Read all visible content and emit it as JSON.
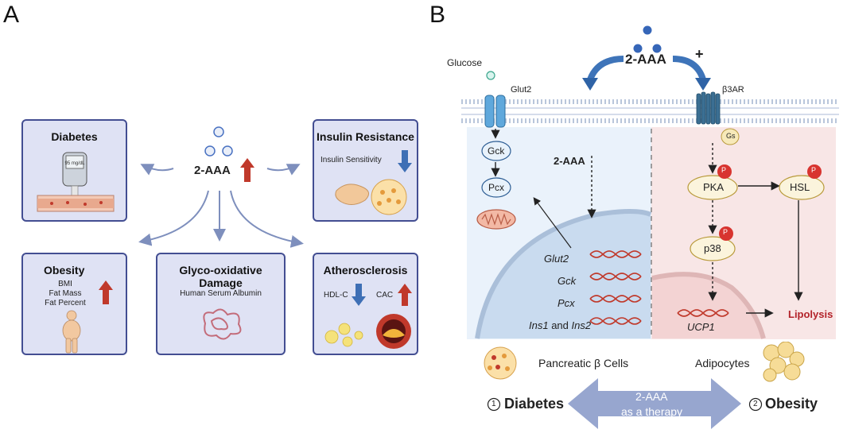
{
  "panel_a": {
    "letter": "A",
    "center_label": "2-AAA",
    "diabetes": {
      "title": "Diabetes",
      "meter_text": "95 mg/dL"
    },
    "insulin": {
      "title": "Insulin Resistance",
      "sub": "Insulin Sensitivity"
    },
    "obesity": {
      "title": "Obesity",
      "lines": [
        "BMI",
        "Fat Mass",
        "Fat Percent"
      ]
    },
    "glyco": {
      "title": "Glyco-oxidative Damage",
      "sub": "Human Serum Albumin"
    },
    "athero": {
      "title": "Atherosclerosis",
      "hdl": "HDL-C",
      "cac": "CAC"
    }
  },
  "panel_b": {
    "letter": "B",
    "top_label": "2-AAA",
    "plus": "+",
    "glucose": "Glucose",
    "glut2": "Glut2",
    "b3ar": "β3AR",
    "gs": "Gs",
    "gck": "Gck",
    "pcx": "Pcx",
    "mid_label": "2-AAA",
    "pka": "PKA",
    "hsl": "HSL",
    "p38": "p38",
    "phospho": "P",
    "genes": [
      "Glut2",
      "Gck",
      "Pcx"
    ],
    "gene_ins": {
      "a": "Ins1",
      "and": " and ",
      "b": "Ins2"
    },
    "ucp1": "UCP1",
    "lipolysis": "Lipolysis",
    "beta_cells": "Pancreatic β Cells",
    "adipocytes": "Adipocytes",
    "therapy_line1": "2-AAA",
    "therapy_line2": "as a therapy",
    "num1": "1",
    "num2": "2",
    "diabetes": "Diabetes",
    "obesity": "Obesity"
  },
  "colors": {
    "box_fill": "#dfe2f4",
    "box_border": "#434e92",
    "red_arrow": "#c0392b",
    "blue_arrow": "#3e6fb5",
    "lipolysis": "#b3232a",
    "therapy_arrow": "#97a6cf"
  }
}
